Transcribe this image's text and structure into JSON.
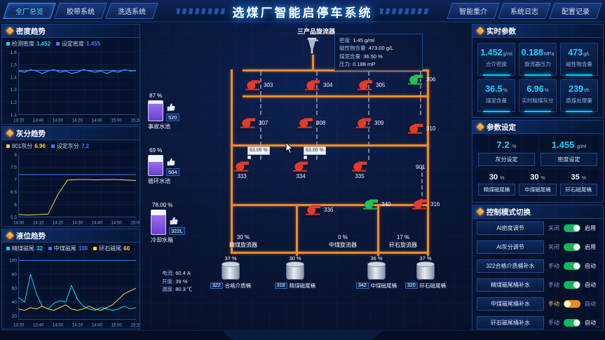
{
  "header": {
    "title": "选煤厂智能启停车系统",
    "nav_left": [
      "全厂总览",
      "胶带系统",
      "洗选系统"
    ],
    "nav_right": [
      "智能重介",
      "系统日志",
      "配置记录"
    ]
  },
  "chart_data": [
    {
      "type": "line",
      "title": "密度趋势",
      "x_ticks": [
        "13:20",
        "13:40",
        "14:00",
        "14:20",
        "14:40",
        "15:00",
        "15:20"
      ],
      "ylim": [
        1.1,
        1.6
      ],
      "y_ticks": [
        "1.1",
        "1.2",
        "1.3",
        "1.4",
        "1.5",
        "1.6"
      ],
      "grid": true,
      "legend_position": "top",
      "series": [
        {
          "name": "检测密度",
          "current": "1.452",
          "color": "#00e0ff",
          "values": [
            1.45,
            1.44,
            1.46,
            1.45,
            1.43,
            1.45,
            1.46,
            1.44,
            1.45,
            1.43,
            1.44,
            1.46,
            1.45,
            1.44,
            1.45,
            1.43,
            1.45,
            1.44,
            1.46,
            1.45,
            1.452
          ]
        },
        {
          "name": "设定密度",
          "current": "1.455",
          "color": "#3f7dff",
          "values": [
            1.455,
            1.455,
            1.455,
            1.455,
            1.455,
            1.455,
            1.455,
            1.455,
            1.455,
            1.455,
            1.455,
            1.455,
            1.455,
            1.455,
            1.455,
            1.455,
            1.455,
            1.455,
            1.455,
            1.455,
            1.455
          ]
        }
      ]
    },
    {
      "type": "line",
      "title": "灰分趋势",
      "x_ticks": [
        "14:00",
        "14:10",
        "14:20",
        "14:30",
        "14:40",
        "14:50",
        "15:00"
      ],
      "ylim": [
        5.5,
        8
      ],
      "y_ticks": [
        "5.5",
        "6",
        "6.5",
        "7",
        "7.5",
        "8"
      ],
      "grid": true,
      "legend_position": "top",
      "series": [
        {
          "name": "801灰分",
          "current": "6.96",
          "color": "#ffd24d",
          "values": [
            5.6,
            5.58,
            5.6,
            5.62,
            6.4,
            6.98,
            7.0,
            7.0,
            6.99,
            7.0,
            7.0,
            6.98,
            6.96
          ]
        },
        {
          "name": "设定灰分",
          "current": "7.2",
          "color": "#3f7dff",
          "values": [
            7.2,
            7.2,
            7.2,
            7.2,
            7.2,
            7.2,
            7.2,
            7.2,
            7.2,
            7.2,
            7.2,
            7.2,
            7.2
          ]
        }
      ]
    },
    {
      "type": "line",
      "title": "液位趋势",
      "x_ticks": [
        "13:20",
        "13:40",
        "14:00",
        "14:20",
        "14:40",
        "15:00",
        "15:20"
      ],
      "ylim": [
        15,
        105
      ],
      "y_ticks": [
        "20",
        "40",
        "60",
        "80",
        "100"
      ],
      "grid": true,
      "legend_position": "top",
      "series": [
        {
          "name": "精煤磁尾",
          "current": "32",
          "color": "#00e0ff",
          "values": [
            46,
            40,
            80,
            52,
            34,
            30,
            38,
            42,
            40,
            64,
            44,
            34,
            30,
            28,
            32,
            30,
            28,
            30,
            34,
            30,
            32
          ]
        },
        {
          "name": "中煤磁尾",
          "current": "100",
          "color": "#3f7dff",
          "values": [
            100,
            100,
            100,
            100,
            100,
            100,
            100,
            100,
            100,
            100,
            100,
            100,
            100,
            100,
            100,
            100,
            100,
            100,
            100,
            100,
            100
          ]
        },
        {
          "name": "矸石磁尾",
          "current": "60",
          "color": "#ffd24d",
          "values": [
            30,
            28,
            32,
            30,
            34,
            30,
            28,
            32,
            36,
            30,
            28,
            30,
            34,
            30,
            28,
            32,
            36,
            44,
            52,
            56,
            60
          ]
        }
      ]
    }
  ],
  "diagram": {
    "cyclone_title": "三产品旋流器",
    "info_box": [
      {
        "label": "密度:",
        "value": "1.45 g/ml"
      },
      {
        "label": "磁性物含量:",
        "value": "473.00 g/L"
      },
      {
        "label": "煤泥含量:",
        "value": "36.50 %"
      },
      {
        "label": "压力:",
        "value": "0.188 mP"
      }
    ],
    "pumps": [
      {
        "label": "303",
        "color": "#e23b28"
      },
      {
        "label": "304",
        "color": "#e23b28"
      },
      {
        "label": "305",
        "color": "#e23b28"
      },
      {
        "label": "306",
        "color": "#21c25a"
      },
      {
        "label": "307",
        "color": "#e23b28"
      },
      {
        "label": "308",
        "color": "#e23b28"
      },
      {
        "label": "309",
        "color": "#e23b28"
      },
      {
        "label": "310",
        "color": "#e23b28"
      },
      {
        "label": "333",
        "color": "#e23b28"
      },
      {
        "label": "334",
        "color": "#e23b28"
      },
      {
        "label": "335",
        "color": "#e23b28"
      },
      {
        "label": "336",
        "color": "#e23b28"
      },
      {
        "label": "340",
        "color": "#21c25a"
      },
      {
        "label": "316",
        "color": "#e23b28"
      }
    ],
    "sensor_label": "901",
    "valve_labels": [
      "63.00 %",
      "63.00 %"
    ],
    "pools": [
      {
        "percent": "87 %",
        "name": "事故水池",
        "badge": "520",
        "fill": 87
      },
      {
        "percent": "69 %",
        "name": "循环水池",
        "badge": "504",
        "fill": 69
      },
      {
        "percent": "78.00 %",
        "name": "冷却水箱",
        "badge": "322L",
        "fill": 78
      }
    ],
    "meter": [
      {
        "label": "电流:",
        "value": "60.4 A"
      },
      {
        "label": "开度:",
        "value": "39 %"
      },
      {
        "label": "温度:",
        "value": "80.3 ℃"
      }
    ],
    "cyclones": [
      {
        "name": "精煤旋流器",
        "percent": "30 %"
      },
      {
        "name": "中煤旋流器",
        "percent": "0 %"
      },
      {
        "name": "矸石旋流器",
        "percent": "17 %"
      }
    ],
    "barrels": [
      {
        "id": "322",
        "name": "合格介质桶",
        "percent": "37 %"
      },
      {
        "id": "318",
        "name": "精煤磁尾桶",
        "percent": "30 %"
      },
      {
        "id": "342",
        "name": "中煤磁尾桶",
        "percent": "36 %"
      },
      {
        "id": "320",
        "name": "矸石磁尾桶",
        "percent": "37 %"
      }
    ]
  },
  "realtime": {
    "title": "实时参数",
    "cards": [
      {
        "value": "1.452",
        "unit": "g/ml",
        "label": "合介密度"
      },
      {
        "value": "0.188",
        "unit": "MPa",
        "label": "旋流器压力"
      },
      {
        "value": "473",
        "unit": "g/L",
        "label": "磁性物含量"
      },
      {
        "value": "36.5",
        "unit": "%",
        "label": "煤泥含量"
      },
      {
        "value": "6.96",
        "unit": "%",
        "label": "实时精煤灰分"
      },
      {
        "value": "239",
        "unit": "t/h",
        "label": "原煤处理量"
      }
    ]
  },
  "settings": {
    "title": "参数设定",
    "big": [
      {
        "value": "7.2",
        "unit": "%",
        "label": "灰分设定"
      },
      {
        "value": "1.455",
        "unit": "g/ml",
        "label": "密度设定"
      }
    ],
    "small": [
      {
        "value": "30",
        "unit": "%",
        "label": "精煤磁尾桶"
      },
      {
        "value": "30",
        "unit": "%",
        "label": "中煤磁尾桶"
      },
      {
        "value": "35",
        "unit": "%",
        "label": "矸石磁尾桶"
      }
    ]
  },
  "control": {
    "title": "控制模式切换",
    "rows": [
      {
        "label": "AI密度调节",
        "off": "关闭",
        "on": "启用",
        "state": "on"
      },
      {
        "label": "AI灰分调节",
        "off": "关闭",
        "on": "启用",
        "state": "on"
      },
      {
        "label": "322合格介质桶补水",
        "off": "手动",
        "on": "自动",
        "state": "on"
      },
      {
        "label": "精煤磁尾桶补水",
        "off": "手动",
        "on": "自动",
        "state": "on"
      },
      {
        "label": "中煤磁尾桶补水",
        "off": "手动",
        "on": "自动",
        "state": "off"
      },
      {
        "label": "矸石磁尾桶补水",
        "off": "手动",
        "on": "自动",
        "state": "on"
      }
    ]
  },
  "colors": {
    "accent_cyan": "#00e0ff",
    "accent_blue": "#3f7dff",
    "accent_yellow": "#ffd24d",
    "pipe_orange": "#ef8b2d",
    "pump_stopped": "#e23b28",
    "pump_running": "#21c25a",
    "toggle_on": "#10b85c",
    "toggle_off": "#ef8a1f"
  }
}
